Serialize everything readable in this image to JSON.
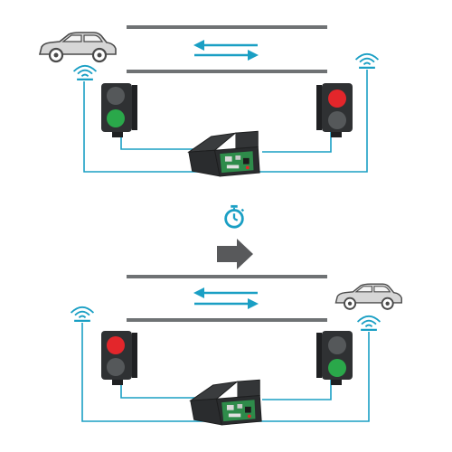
{
  "colors": {
    "road_line": "#6f7274",
    "wire": "#1a9fc4",
    "arrow": "#1a9fc4",
    "car_body": "#d6d6d6",
    "car_outline": "#4a4a4a",
    "light_housing": "#2f3133",
    "light_red_on": "#e3262b",
    "light_green_on": "#2aa84a",
    "light_off": "#55585a",
    "controller_box": "#2a2c2e",
    "pcb": "#2e8b4a",
    "timer": "#1a9fc4",
    "sequence_arrow": "#58595b"
  },
  "icons": {
    "traffic_light": "traffic-light-icon",
    "car": "car-icon",
    "sensor": "wireless-sensor-icon",
    "controller": "control-unit-icon",
    "timer": "stopwatch-icon",
    "two_way": "two-way-arrows-icon",
    "next_step": "right-arrow-icon"
  },
  "scenes": [
    {
      "name": "car-arrives-left",
      "car_side": "left",
      "left_light": "green",
      "right_light": "red"
    },
    {
      "name": "car-arrives-right",
      "car_side": "right",
      "left_light": "red",
      "right_light": "green"
    }
  ]
}
